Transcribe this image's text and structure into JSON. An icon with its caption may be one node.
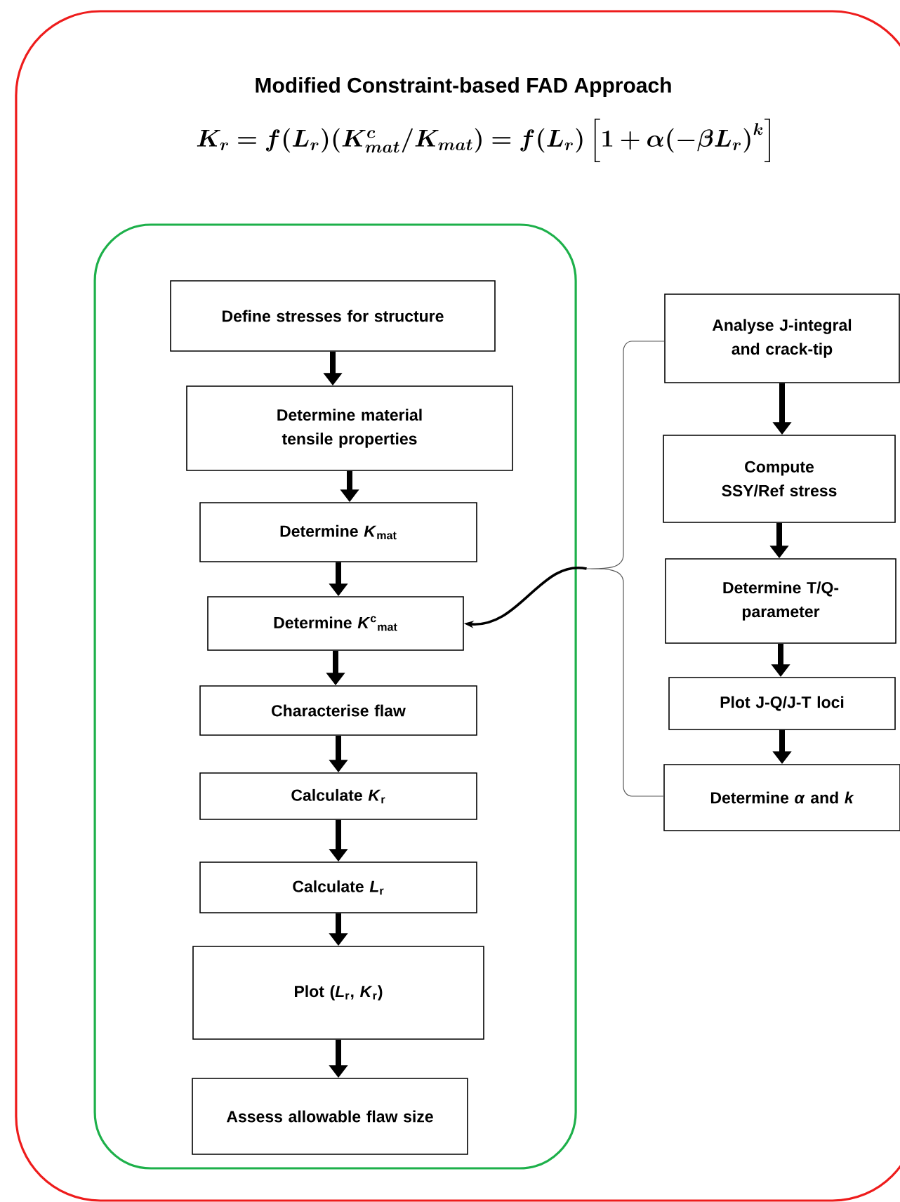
{
  "diagram": {
    "nodes": [
      {
        "text": [
          "Modified Constraint-based FAD Approach"
        ]
      },
      {
        "text": [],
        "shape": "box",
        "in": 0
      },
      {
        "text": [
          "Define stresses for structure"
        ],
        "in": 1
      },
      {
        "text": [
          "Determine material tensile properties"
        ],
        "in": 1
      },
      {
        "text": [
          "Determine *K*$_{mat}$"
        ],
        "in": 1
      },
      {
        "text": [
          "Determine *K*$^{c}$$_{mat}$"
        ],
        "in": 1
      },
      {
        "text": [
          "Characterise flaw"
        ],
        "in": 1
      },
      {
        "text": [
          "Calculate *K*$_{r}$"
        ],
        "in": 1
      },
      {
        "text": [
          "Calculate *L*$_{r}$"
        ],
        "in": 1
      },
      {
        "text": [
          "Plot (*L*$_{r}$, *K*$_{r}$)"
        ],
        "in": 1
      },
      {
        "text": [
          "Assess allowable flaw size"
        ],
        "in": 1
      },
      {
        "text": [
          "Analyse J-integral and crack-tip"
        ],
        "in": 0
      },
      {
        "text": [
          "Compute SSY/Ref stress"
        ],
        "in": 0
      },
      {
        "text": [
          "Determine T/Q-parameter"
        ],
        "in": 0
      },
      {
        "text": [
          "Plot J-Q/J-T loci"
        ],
        "in": 0
      },
      {
        "text": [
          "Determine *α* and *k*"
        ],
        "in": 0
      },
      {
        "text": [],
        "shape": "brace",
        "in": 0
      }
    ],
    "edges": [
      {
        "from": 2,
        "to": 3,
        "arrow": "to"
      },
      {
        "from": 3,
        "to": 4,
        "arrow": "to"
      },
      {
        "from": 4,
        "to": 5,
        "arrow": "to"
      },
      {
        "from": 5,
        "to": 6,
        "arrow": "to"
      },
      {
        "from": 6,
        "to": 7,
        "arrow": "to"
      },
      {
        "from": 7,
        "to": 8,
        "arrow": "to"
      },
      {
        "from": 8,
        "to": 9,
        "arrow": "to"
      },
      {
        "from": 9,
        "to": 10,
        "arrow": "to"
      },
      {
        "from": 11,
        "to": 12,
        "arrow": "to"
      },
      {
        "from": 12,
        "to": 13,
        "arrow": "to"
      },
      {
        "from": 13,
        "to": 14,
        "arrow": "to"
      },
      {
        "from": 14,
        "to": 15,
        "arrow": "to"
      },
      {
        "from": 16,
        "to": 5,
        "arrow": "to"
      }
    ],
    "labels": [
      "\\boldsymbol{K_r = f(L_r)(K^{c}_{mat}/K_{mat}) = f(L_r)\\left[1+\\alpha(-\\beta L_r)^{k}\\right]}"
    ]
  }
}
